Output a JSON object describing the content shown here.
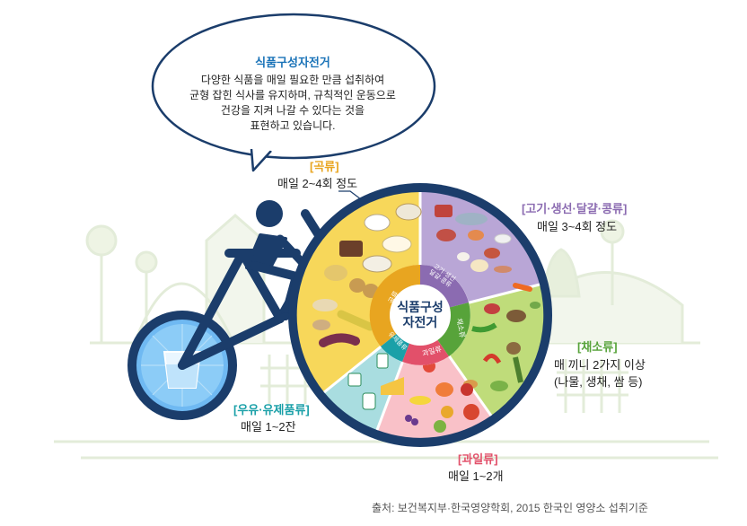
{
  "bubble": {
    "title": "식품구성자전거",
    "lines": [
      "다양한 식품을 매일 필요한 만큼 섭취하여",
      "균형 잡힌 식사를 유지하며, 규칙적인 운동으로",
      "건강을 지켜 나갈 수 있다는 것을",
      "표현하고 있습니다."
    ]
  },
  "wheel": {
    "center_line1": "식품구성",
    "center_line2": "자전거",
    "ring_labels": {
      "grains": "곡류",
      "protein_line1": "고기·생선",
      "protein_line2": "달걀·콩류",
      "vegetables": "채소류",
      "fruits": "과일류",
      "dairy_line1": "우유",
      "dairy_line2": "유제품류"
    }
  },
  "groups": {
    "grains": {
      "label": "[곡류]",
      "serving": "매일 2~4회 정도",
      "color": "#e8a520"
    },
    "protein": {
      "label": "[고기·생선·달걀·콩류]",
      "serving": "매일 3~4회 정도",
      "color": "#8b6bb1"
    },
    "vegetables": {
      "label": "[채소류]",
      "serving_line1": "매 끼니 2가지 이상",
      "serving_line2": "(나물, 생채, 쌈 등)",
      "color": "#57a33a"
    },
    "dairy": {
      "label": "[우유·유제품류]",
      "serving": "매일 1~2잔",
      "color": "#1aa0a8"
    },
    "fruits": {
      "label": "[과일류]",
      "serving": "매일 1~2개",
      "color": "#e2506a"
    }
  },
  "source": "출처: 보건복지부·한국영양학회, 2015 한국인 영양소 섭취기준",
  "colors": {
    "frame": "#1b3d6b",
    "grains_bg": "#f7d75a",
    "protein_bg": "#b9a6d6",
    "vegetables_bg": "#bfdc7a",
    "fruits_bg": "#f9c1c8",
    "dairy_bg": "#a9dde0",
    "landscape": "#e3ecd9"
  }
}
